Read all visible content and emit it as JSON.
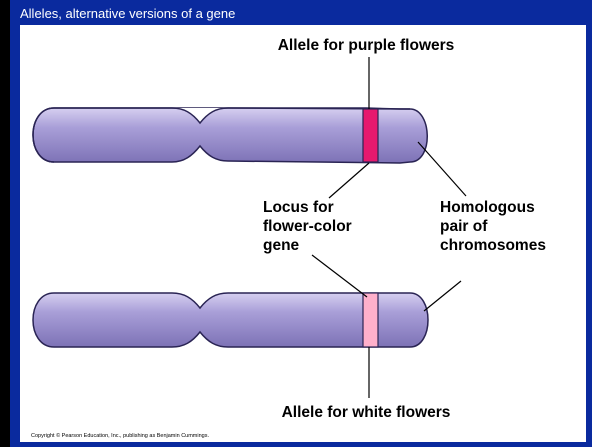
{
  "slide": {
    "title": "Alleles, alternative versions of a gene",
    "colors": {
      "frame": "#0a2a9e",
      "title_text": "#ffffff",
      "panel": "#ffffff",
      "chromosome": "#9f94d0",
      "purple_allele_band": "#e6196e",
      "white_allele_band": "#ffb0cb"
    }
  },
  "diagram": {
    "labels": {
      "purple_allele": "Allele for purple flowers",
      "locus": [
        "Locus for",
        "flower-color",
        "gene"
      ],
      "homologous": [
        "Homologous",
        "pair of",
        "chromosomes"
      ],
      "white_allele": "Allele for white flowers"
    },
    "copyright": "Copyright © Pearson Education, Inc., publishing as Benjamin Cummings."
  }
}
